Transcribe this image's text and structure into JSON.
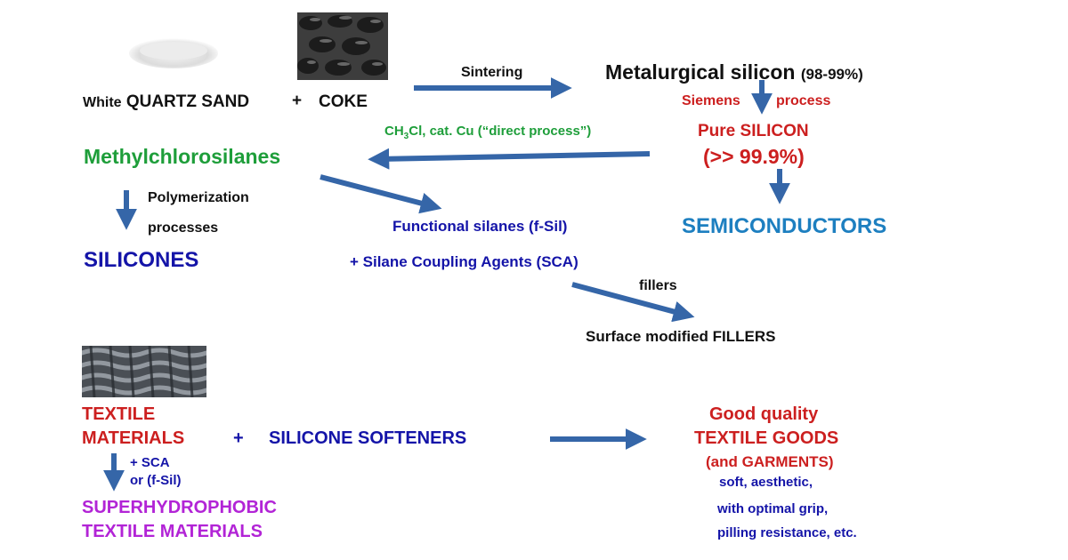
{
  "colors": {
    "arrow": "#3566a8",
    "red": "#cc1f1f",
    "green": "#1e9e3a",
    "blue": "#1414a8",
    "sky": "#1d7fc0",
    "purple": "#b224d6"
  },
  "images": {
    "sand": "white-quartz-sand-photo",
    "coke": "coke-photo",
    "textile": "textile-fabric-photo"
  },
  "raw": {
    "white": "White",
    "quartz_sand": "QUARTZ SAND",
    "plus": "+",
    "coke": "COKE"
  },
  "process": {
    "sintering": "Sintering",
    "metallurgical": "Metalurgical silicon",
    "metallurgical_purity": "(98-99%)",
    "siemens": "Siemens",
    "process": "process",
    "pure_silicon": "Pure SILICON",
    "pure_purity": "(>> 99.9%)",
    "semiconductors": "SEMICONDUCTORS",
    "direct_ch": "CH",
    "direct_sub": "3",
    "direct_rest": "Cl, cat. Cu (“direct process”)",
    "methylchlorosilanes": "Methylchlorosilanes",
    "polymerization": "Polymerization",
    "processes": "processes",
    "silicones": "SILICONES",
    "functional_silanes": "Functional silanes (f-Sil)",
    "coupling_agents": "+ Silane Coupling Agents (SCA)",
    "fillers": "fillers",
    "surface_fillers": "Surface modified FILLERS"
  },
  "textile": {
    "textile": "TEXTILE",
    "materials": "MATERIALS",
    "plus": "+",
    "softeners": "SILICONE SOFTENERS",
    "sca": "+ SCA",
    "or_fsil": "or (f-Sil)",
    "superhydrophobic": "SUPERHYDROPHOBIC",
    "superhydrophobic_materials": "TEXTILE MATERIALS",
    "good_quality": "Good quality",
    "textile_goods": "TEXTILE GOODS",
    "garments": "(and GARMENTS)",
    "soft": "soft, aesthetic,",
    "grip": "with optimal grip,",
    "pilling": "pilling resistance, etc."
  }
}
